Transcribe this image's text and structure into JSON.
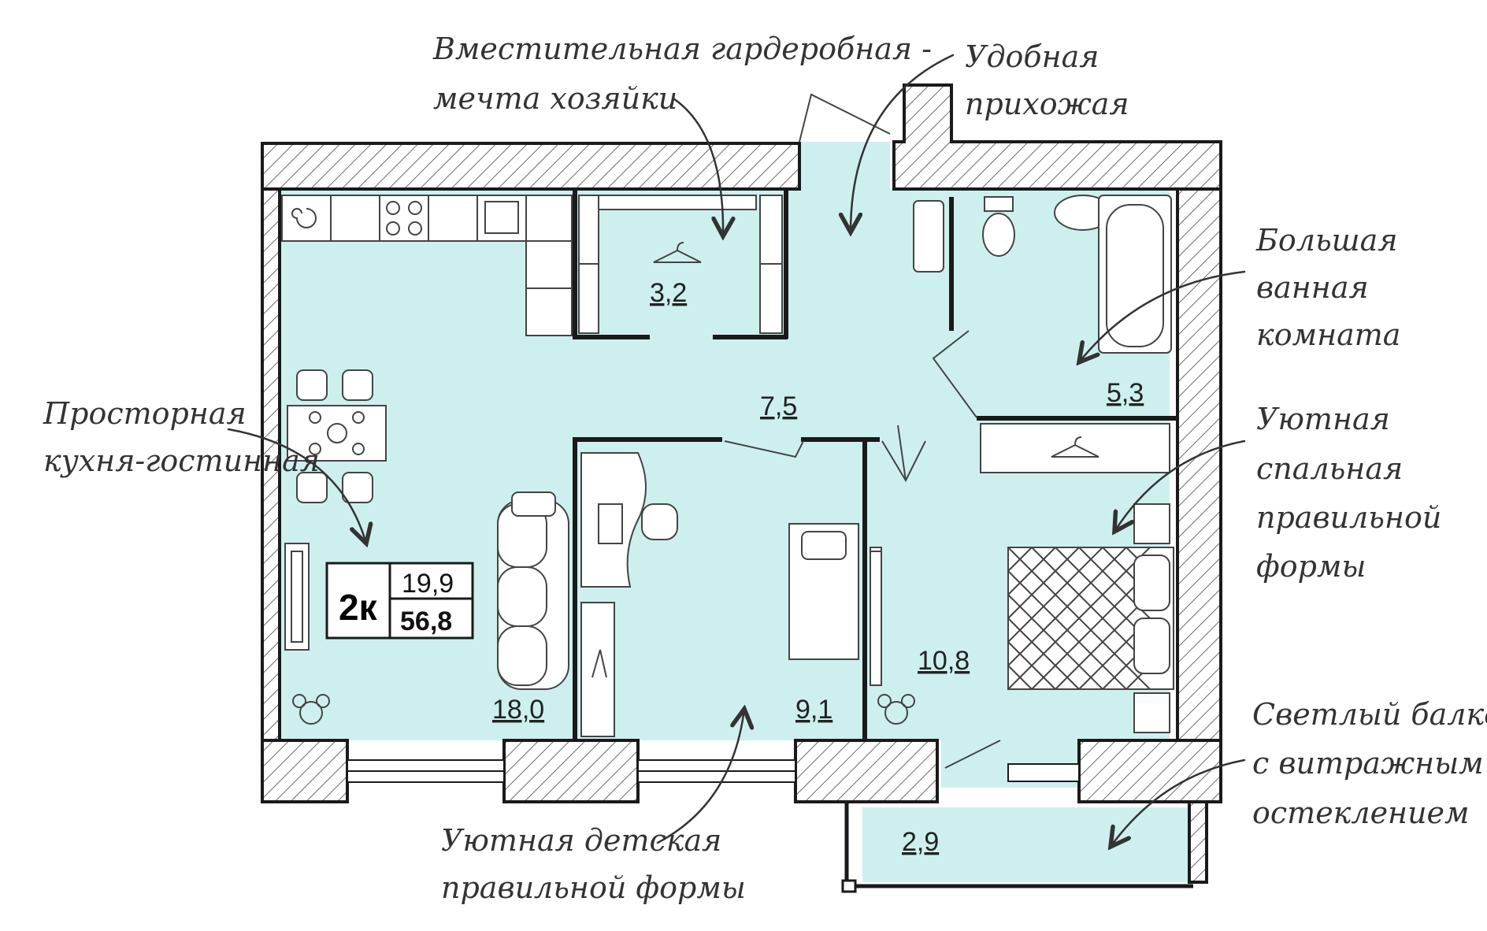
{
  "colors": {
    "floor": "#cdf0ef",
    "wall_line": "#1a1a1a",
    "hatch": "#6b6b6b",
    "text": "#333333"
  },
  "badge": {
    "rooms": "2к",
    "living_area": "19,9",
    "total_area": "56,8"
  },
  "rooms": {
    "wardrobe": "3,2",
    "hall": "7,5",
    "bathroom": "5,3",
    "kitchen_living": "18,0",
    "kids": "9,1",
    "bedroom": "10,8",
    "balcony": "2,9"
  },
  "notes": {
    "wardrobe": [
      "Вместительная гардеробная -",
      "мечта хозяйки"
    ],
    "hall": [
      "Удобная",
      "прихожая"
    ],
    "kitchen": [
      "Просторная",
      "кухня-гостинная"
    ],
    "bathroom": [
      "Большая",
      "ванная",
      "комната"
    ],
    "bedroom": [
      "Уютная",
      "спальная",
      "правильной",
      "формы"
    ],
    "balcony": [
      "Светлый балкон",
      "с витражным",
      "остеклением"
    ],
    "kids": [
      "Уютная детская",
      "правильной формы"
    ]
  }
}
